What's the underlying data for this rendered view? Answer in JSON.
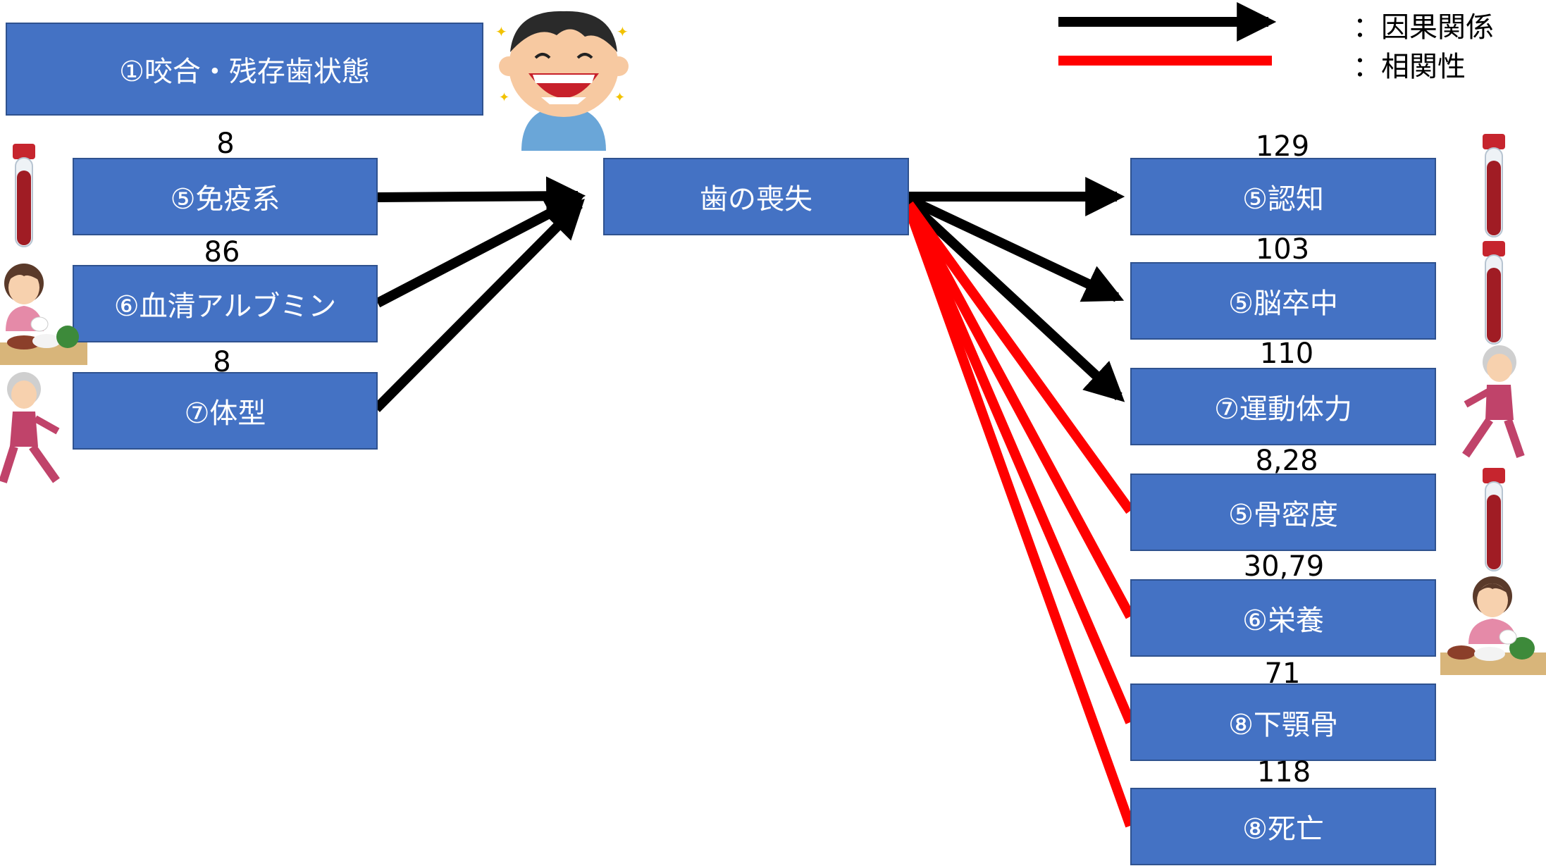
{
  "legend": {
    "causal_label": "：因果関係",
    "correlation_label": "：相関性"
  },
  "top_box": "①咬合・残存歯状態",
  "center_box": "歯の喪失",
  "left_boxes": [
    {
      "label": "⑤免疫系",
      "ref": "8"
    },
    {
      "label": "⑥血清アルブミン",
      "ref": "86"
    },
    {
      "label": "⑦体型",
      "ref": "8"
    }
  ],
  "right_boxes": [
    {
      "label": "⑤認知",
      "ref": "129",
      "relation": "causal"
    },
    {
      "label": "⑤脳卒中",
      "ref": "103",
      "relation": "causal"
    },
    {
      "label": "⑦運動体力",
      "ref": "110",
      "relation": "causal"
    },
    {
      "label": "⑤骨密度",
      "ref": "8,28",
      "relation": "correlation"
    },
    {
      "label": "⑥栄養",
      "ref": "30,79",
      "relation": "correlation"
    },
    {
      "label": "⑧下顎骨",
      "ref": "71",
      "relation": "correlation"
    },
    {
      "label": "⑧死亡",
      "ref": "118",
      "relation": "correlation"
    }
  ],
  "colors": {
    "box_fill": "#4472c4",
    "causal": "#000000",
    "correlation": "#ff0000",
    "blood": "#b01c24"
  }
}
